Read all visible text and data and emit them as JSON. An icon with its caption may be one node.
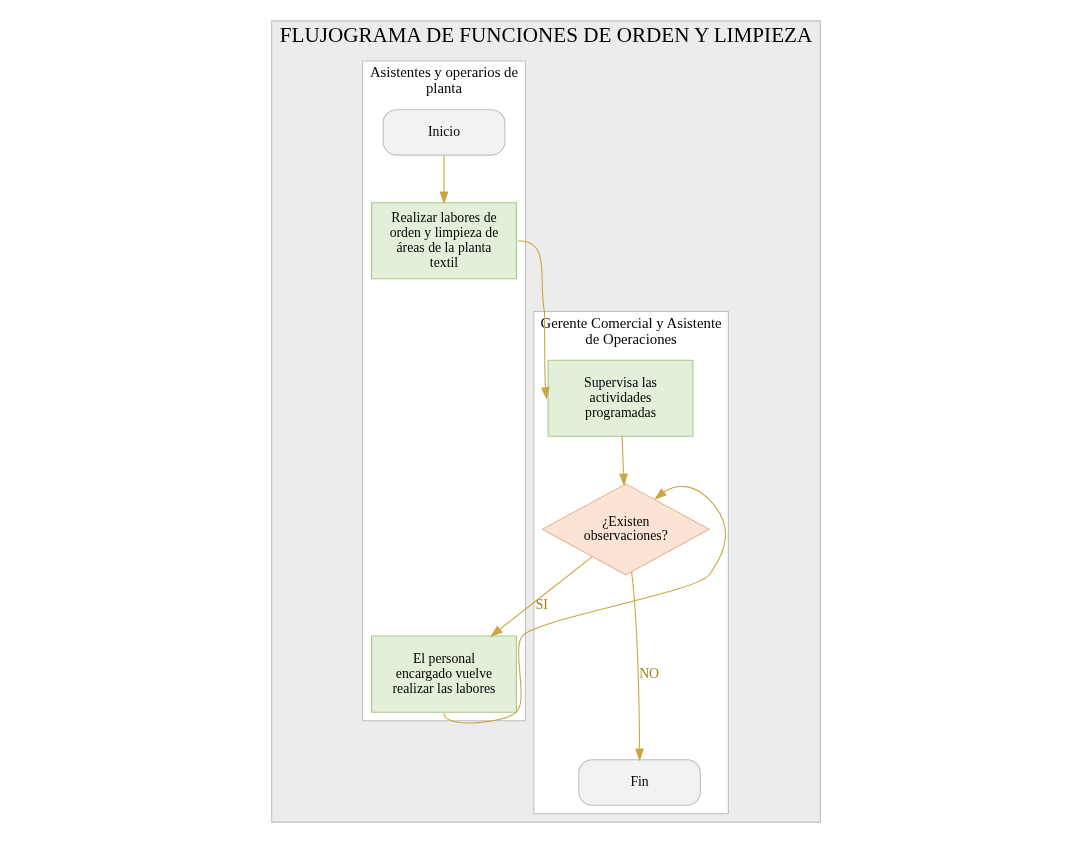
{
  "diagram": {
    "nodes": [
      {
        "text": [
          "FLUJOGRAMA DE FUNCIONES DE ORDEN Y LIMPIEZA"
        ]
      },
      {
        "text": [
          "Asistentes y operarios de planta"
        ],
        "in": 0
      },
      {
        "text": [
          "Gerente Comercial y Asistente de Operaciones"
        ],
        "in": 0
      },
      {
        "text": [
          "Inicio"
        ],
        "in": 1
      },
      {
        "text": [
          "Realizar labores de orden y limpieza de áreas de la planta textil"
        ],
        "in": 1
      },
      {
        "text": [
          "El personal encargado vuelve realizar las labores"
        ],
        "in": 1
      },
      {
        "text": [
          "Supervisa las actividades programadas"
        ],
        "in": 2
      },
      {
        "text": [
          "¿Existen observaciones?"
        ],
        "in": 2
      },
      {
        "text": [
          "Fin"
        ],
        "in": 2
      }
    ],
    "edges": [
      {
        "from": 3,
        "to": 4,
        "arrow": "to"
      },
      {
        "from": 4,
        "to": 6,
        "arrow": "to"
      },
      {
        "from": 6,
        "to": 7,
        "arrow": "to"
      },
      {
        "from": 7,
        "to": 5,
        "arrow": "to",
        "label": "SI"
      },
      {
        "from": 5,
        "to": 7,
        "arrow": "to"
      },
      {
        "from": 7,
        "to": 8,
        "arrow": "to",
        "label": "NO"
      }
    ]
  }
}
